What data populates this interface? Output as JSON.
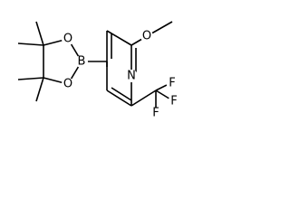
{
  "molecule": {
    "atoms": {
      "oxygen_methoxy": "O",
      "nitrogen_ring": "N",
      "boron": "B",
      "oxygen_ring_top": "O",
      "oxygen_ring_bottom": "O",
      "fluorine_1": "F",
      "fluorine_2": "F",
      "fluorine_3": "F"
    }
  }
}
